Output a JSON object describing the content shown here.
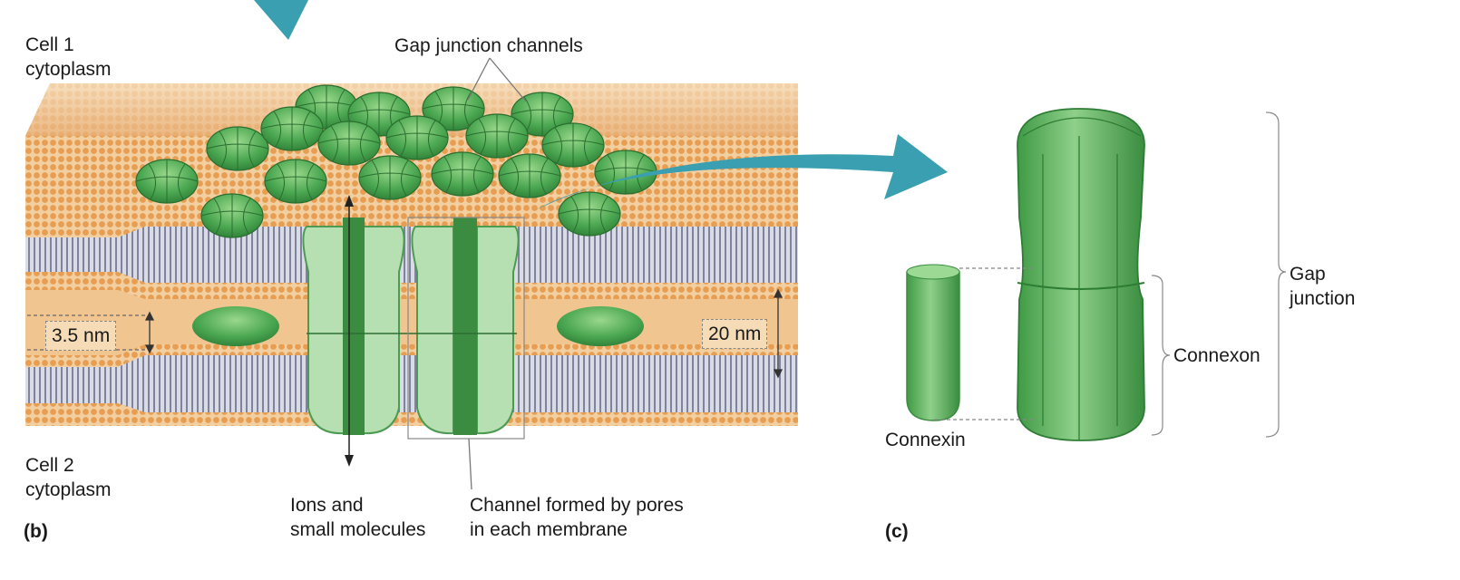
{
  "panel_b": {
    "letter": "(b)",
    "cell1_line1": "Cell 1",
    "cell1_line2": "cytoplasm",
    "cell2_line1": "Cell 2",
    "cell2_line2": "cytoplasm",
    "gap_channels": "Gap junction channels",
    "ions_line1": "Ions and",
    "ions_line2": "small molecules",
    "pores_line1": "Channel formed by pores",
    "pores_line2": "in each membrane",
    "dim_small": "3.5 nm",
    "dim_large": "20 nm"
  },
  "panel_c": {
    "letter": "(c)",
    "connexin": "Connexin",
    "connexon": "Connexon",
    "gap_line1": "Gap",
    "gap_line2": "junction"
  },
  "colors": {
    "green_dark": "#2f8a3a",
    "green_mid": "#4fae55",
    "green_light": "#a9dca7",
    "membrane_orange": "#e9a55e",
    "lipid_tail": "#8c8fa4",
    "arrow_teal": "#3a9fb0"
  }
}
